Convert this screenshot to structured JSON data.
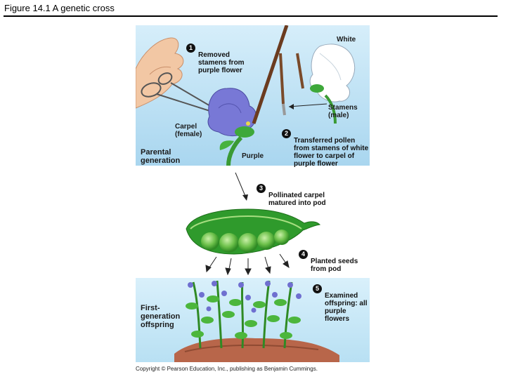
{
  "figure": {
    "title": "Figure 14.1  A genetic cross",
    "copyright": "Copyright © Pearson Education, Inc., publishing as Benjamin Cummings."
  },
  "labels": {
    "white": "White",
    "stamens": "Stamens\n(male)",
    "carpel": "Carpel\n(female)",
    "purple": "Purple",
    "parental": "Parental\ngeneration",
    "first_gen": "First-\ngeneration\noffspring"
  },
  "steps": [
    {
      "num": "1",
      "text": "Removed\nstamens from\npurple flower"
    },
    {
      "num": "2",
      "text": "Transferred pollen\nfrom stamens of white\nflower to carpel of\npurple flower"
    },
    {
      "num": "3",
      "text": "Pollinated carpel\nmatured into pod"
    },
    {
      "num": "4",
      "text": "Planted seeds\nfrom pod"
    },
    {
      "num": "5",
      "text": "Examined\noffspring: all\npurple flowers"
    }
  ],
  "colors": {
    "sky": "#bfe2f4",
    "pod": "#2f9a2c",
    "purple_flower": "#6f6fd0",
    "soil": "#b8664a"
  }
}
